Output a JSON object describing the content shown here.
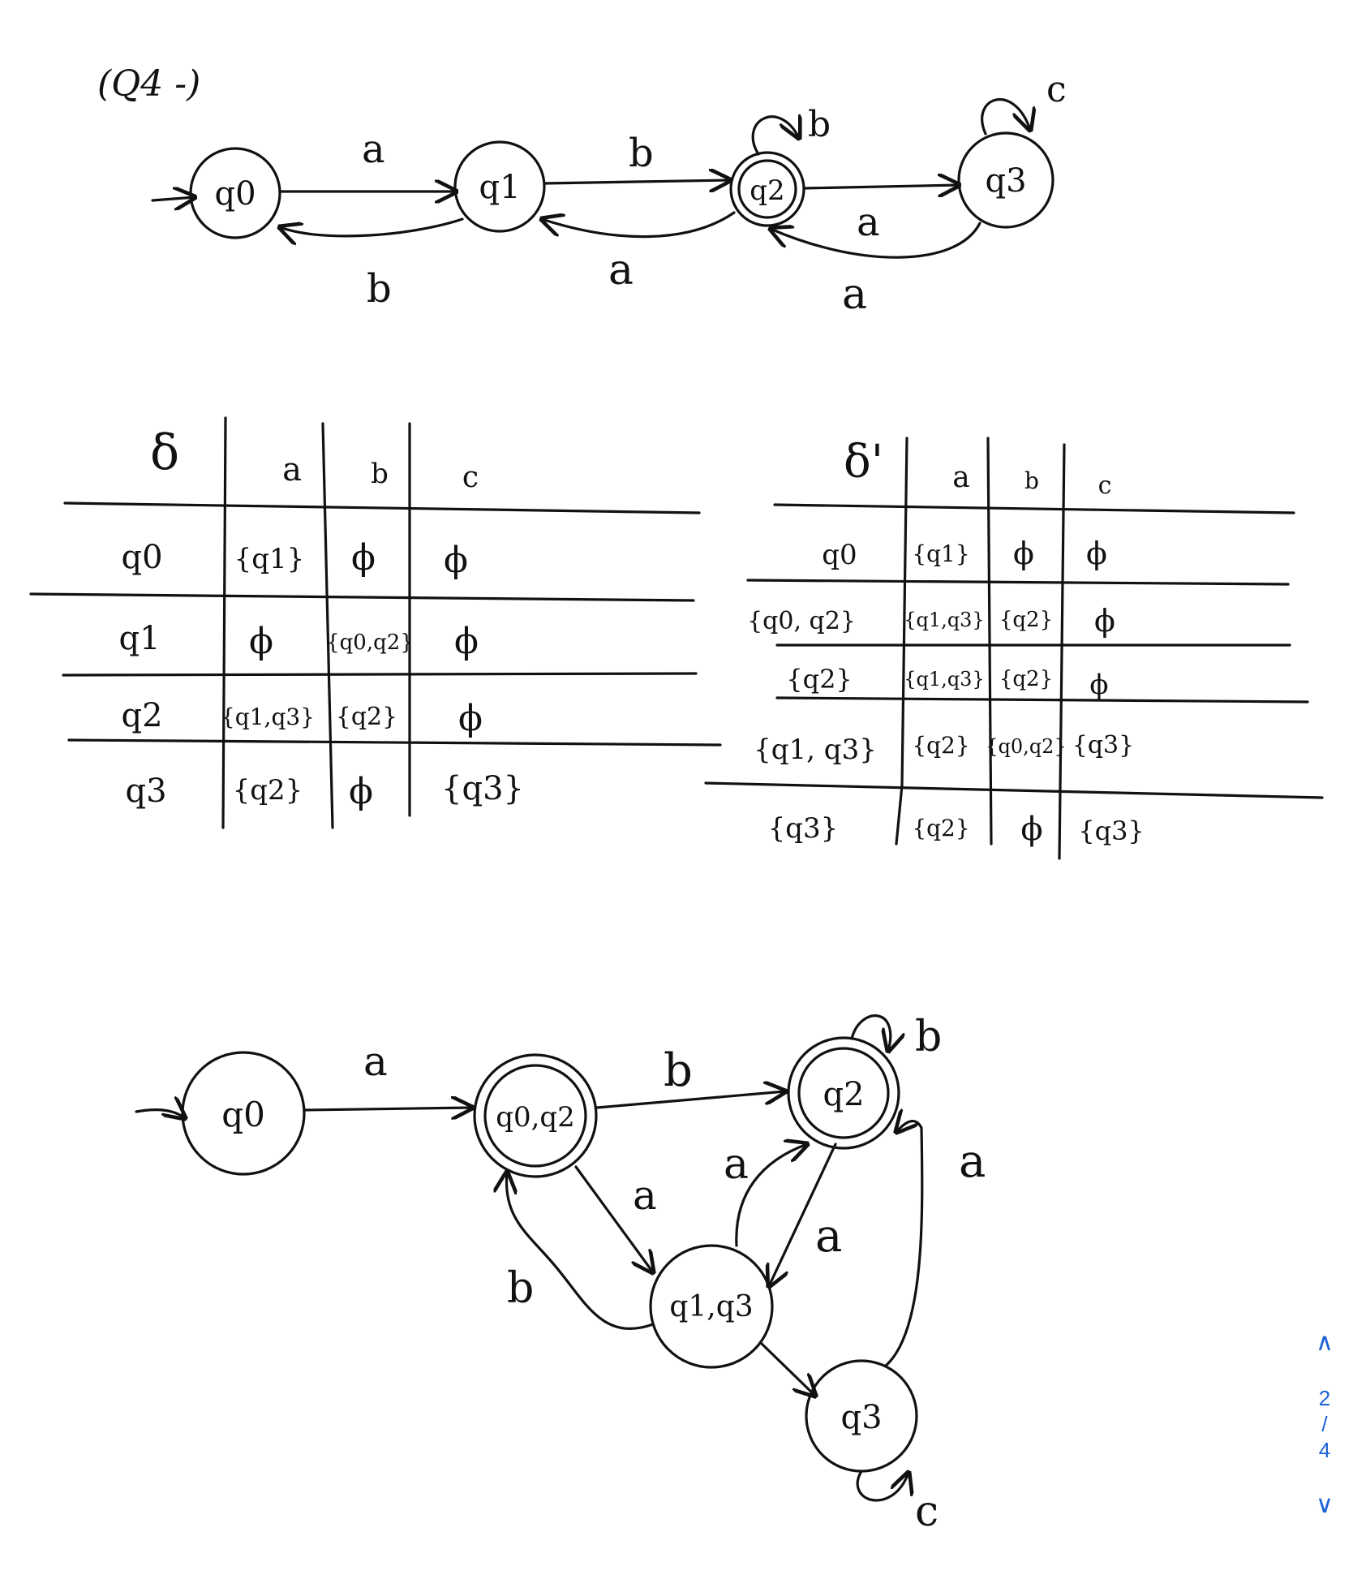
{
  "page_label": "(Q4 -)",
  "nfa": {
    "states": [
      "q0",
      "q1",
      "q2",
      "q3"
    ],
    "edge_labels": {
      "q0_q1": "a",
      "q1_q2": "b",
      "q2_loop": "b",
      "q3_loop": "c",
      "q2_q3": "a",
      "q1_q0": "b",
      "q2_q1": "a",
      "q3_q2": "a"
    }
  },
  "delta": {
    "symbol": "δ",
    "columns": [
      "a",
      "b",
      "c"
    ],
    "rows": [
      {
        "state": "q0",
        "cells": [
          "{q1}",
          "ϕ",
          "ϕ"
        ]
      },
      {
        "state": "q1",
        "cells": [
          "ϕ",
          "{q0,q2}",
          "ϕ"
        ]
      },
      {
        "state": "q2",
        "cells": [
          "{q1,q3}",
          "{q2}",
          "ϕ"
        ]
      },
      {
        "state": "q3",
        "cells": [
          "{q2}",
          "ϕ",
          "{q3}"
        ]
      }
    ]
  },
  "delta_prime": {
    "symbol": "δ'",
    "columns": [
      "a",
      "b",
      "c"
    ],
    "rows": [
      {
        "state": "q0",
        "cells": [
          "{q1}",
          "ϕ",
          "ϕ"
        ]
      },
      {
        "state": "{q0, q2}",
        "cells": [
          "{q1,q3}",
          "{q2}",
          "ϕ"
        ]
      },
      {
        "state": "{q2}",
        "cells": [
          "{q1,q3}",
          "{q2}",
          "ϕ"
        ]
      },
      {
        "state": "{q1, q3}",
        "cells": [
          "{q2}",
          "{q0,q2}",
          "{q3}"
        ]
      },
      {
        "state": "{q3}",
        "cells": [
          "{q2}",
          "ϕ",
          "{q3}"
        ]
      }
    ]
  },
  "dfa": {
    "states": [
      "q0",
      "q0,q2",
      "q2",
      "q1,q3",
      "q3"
    ],
    "edge_labels": {
      "q0_q02": "a",
      "q02_q2": "b",
      "q2_loop": "b",
      "q02_q13": "a",
      "q13_q2": "a",
      "q2_q13": "a",
      "q13_q02": "b",
      "q3_q2": "a",
      "q3_loop": "c"
    }
  },
  "pager": {
    "up_icon": "chevron-up-icon",
    "current": "2",
    "separator": "/",
    "total": "4",
    "down_icon": "chevron-down-icon"
  }
}
